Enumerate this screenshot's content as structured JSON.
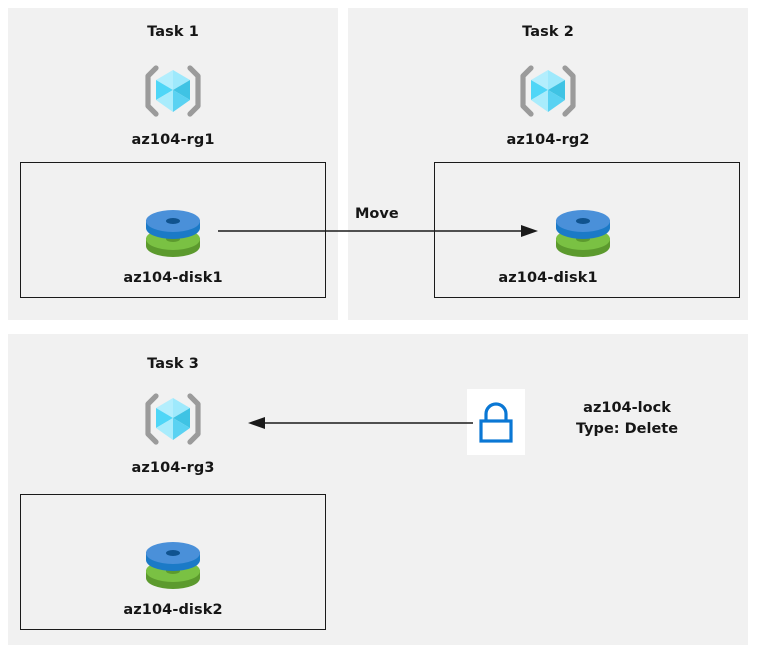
{
  "diagram": {
    "background": "#ffffff",
    "panel_bg": "#f1f1f1",
    "border_color": "#1a1a1a",
    "text_color": "#161616"
  },
  "tasks": [
    {
      "title": "Task 1",
      "resource_group": {
        "label": "az104-rg1",
        "icon": "resource-group-cube-icon"
      },
      "resource": {
        "label": "az104-disk1",
        "icon": "managed-disk-icon"
      }
    },
    {
      "title": "Task 2",
      "resource_group": {
        "label": "az104-rg2",
        "icon": "resource-group-cube-icon"
      },
      "resource": {
        "label": "az104-disk1",
        "icon": "managed-disk-icon"
      }
    },
    {
      "title": "Task 3",
      "resource_group": {
        "label": "az104-rg3",
        "icon": "resource-group-cube-icon"
      },
      "resource": {
        "label": "az104-disk2",
        "icon": "managed-disk-icon"
      }
    }
  ],
  "connectors": {
    "move": {
      "label": "Move",
      "direction": "right"
    },
    "lock_apply": {
      "label": "",
      "direction": "left"
    }
  },
  "lock": {
    "icon": "padlock-icon",
    "name": "az104-lock",
    "type": "Type: Delete",
    "color": "#0a77d4"
  },
  "colors": {
    "cube_light": "#8ce4fb",
    "cube_mid": "#4fd6f7",
    "cube_dark": "#31b3d8",
    "bracket": "#9b9b9b",
    "disk_blue_top": "#4a90d9",
    "disk_blue_side": "#1b7ac7",
    "disk_green_top": "#7ac143",
    "disk_green_side": "#5c9a2e",
    "lock_blue": "#0a77d4"
  }
}
